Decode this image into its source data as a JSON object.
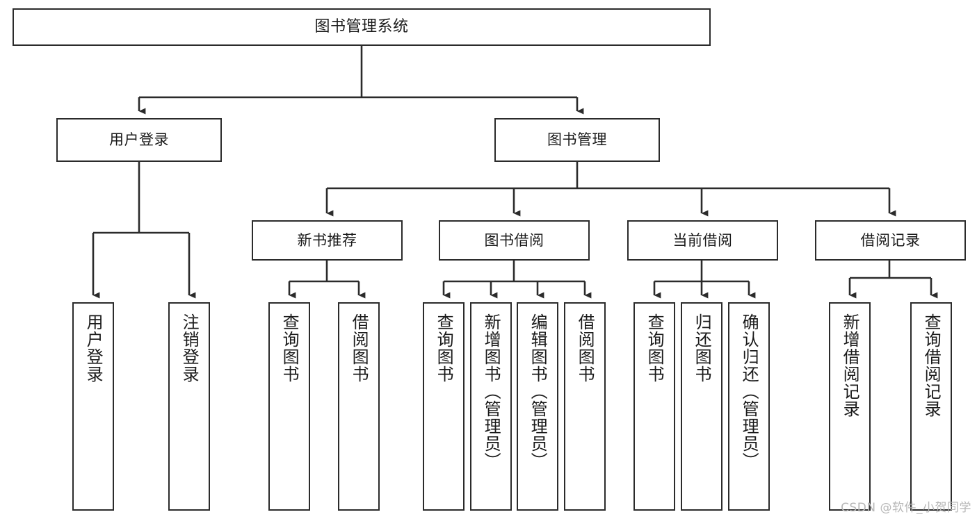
{
  "diagram": {
    "title": "图书管理系统",
    "watermark": "CSDN @软件_小贺同学",
    "line_color": "#2b2b2b",
    "box_border_color": "#2b2b2b",
    "box_fill_color": "#ffffff",
    "text_color": "#1a1a1a",
    "watermark_color": "#b7b7b7",
    "nodes": {
      "root": {
        "label": "图书管理系统"
      },
      "level1": [
        {
          "id": "user-login",
          "label": "用户登录"
        },
        {
          "id": "book-management",
          "label": "图书管理"
        }
      ],
      "level2": [
        {
          "id": "new-book-recommend",
          "label": "新书推荐"
        },
        {
          "id": "book-borrow",
          "label": "图书借阅"
        },
        {
          "id": "current-borrow",
          "label": "当前借阅"
        },
        {
          "id": "borrow-record",
          "label": "借阅记录"
        }
      ],
      "leaves": {
        "user-login": [
          {
            "id": "leaf-user-login",
            "label": "用户登录"
          },
          {
            "id": "leaf-user-logout",
            "label": "注销登录"
          }
        ],
        "new-book-recommend": [
          {
            "id": "leaf-query-book-1",
            "label": "查询图书"
          },
          {
            "id": "leaf-borrow-book-1",
            "label": "借阅图书"
          }
        ],
        "book-borrow": [
          {
            "id": "leaf-query-book-2",
            "label": "查询图书"
          },
          {
            "id": "leaf-add-book",
            "label": "新增图书（管理员）"
          },
          {
            "id": "leaf-edit-book",
            "label": "编辑图书（管理员）"
          },
          {
            "id": "leaf-borrow-book-2",
            "label": "借阅图书"
          }
        ],
        "current-borrow": [
          {
            "id": "leaf-query-book-3",
            "label": "查询图书"
          },
          {
            "id": "leaf-return-book",
            "label": "归还图书"
          },
          {
            "id": "leaf-confirm-return",
            "label": "确认归还（管理员）"
          }
        ],
        "borrow-record": [
          {
            "id": "leaf-add-record",
            "label": "新增借阅记录"
          },
          {
            "id": "leaf-query-record",
            "label": "查询借阅记录"
          }
        ]
      }
    }
  }
}
